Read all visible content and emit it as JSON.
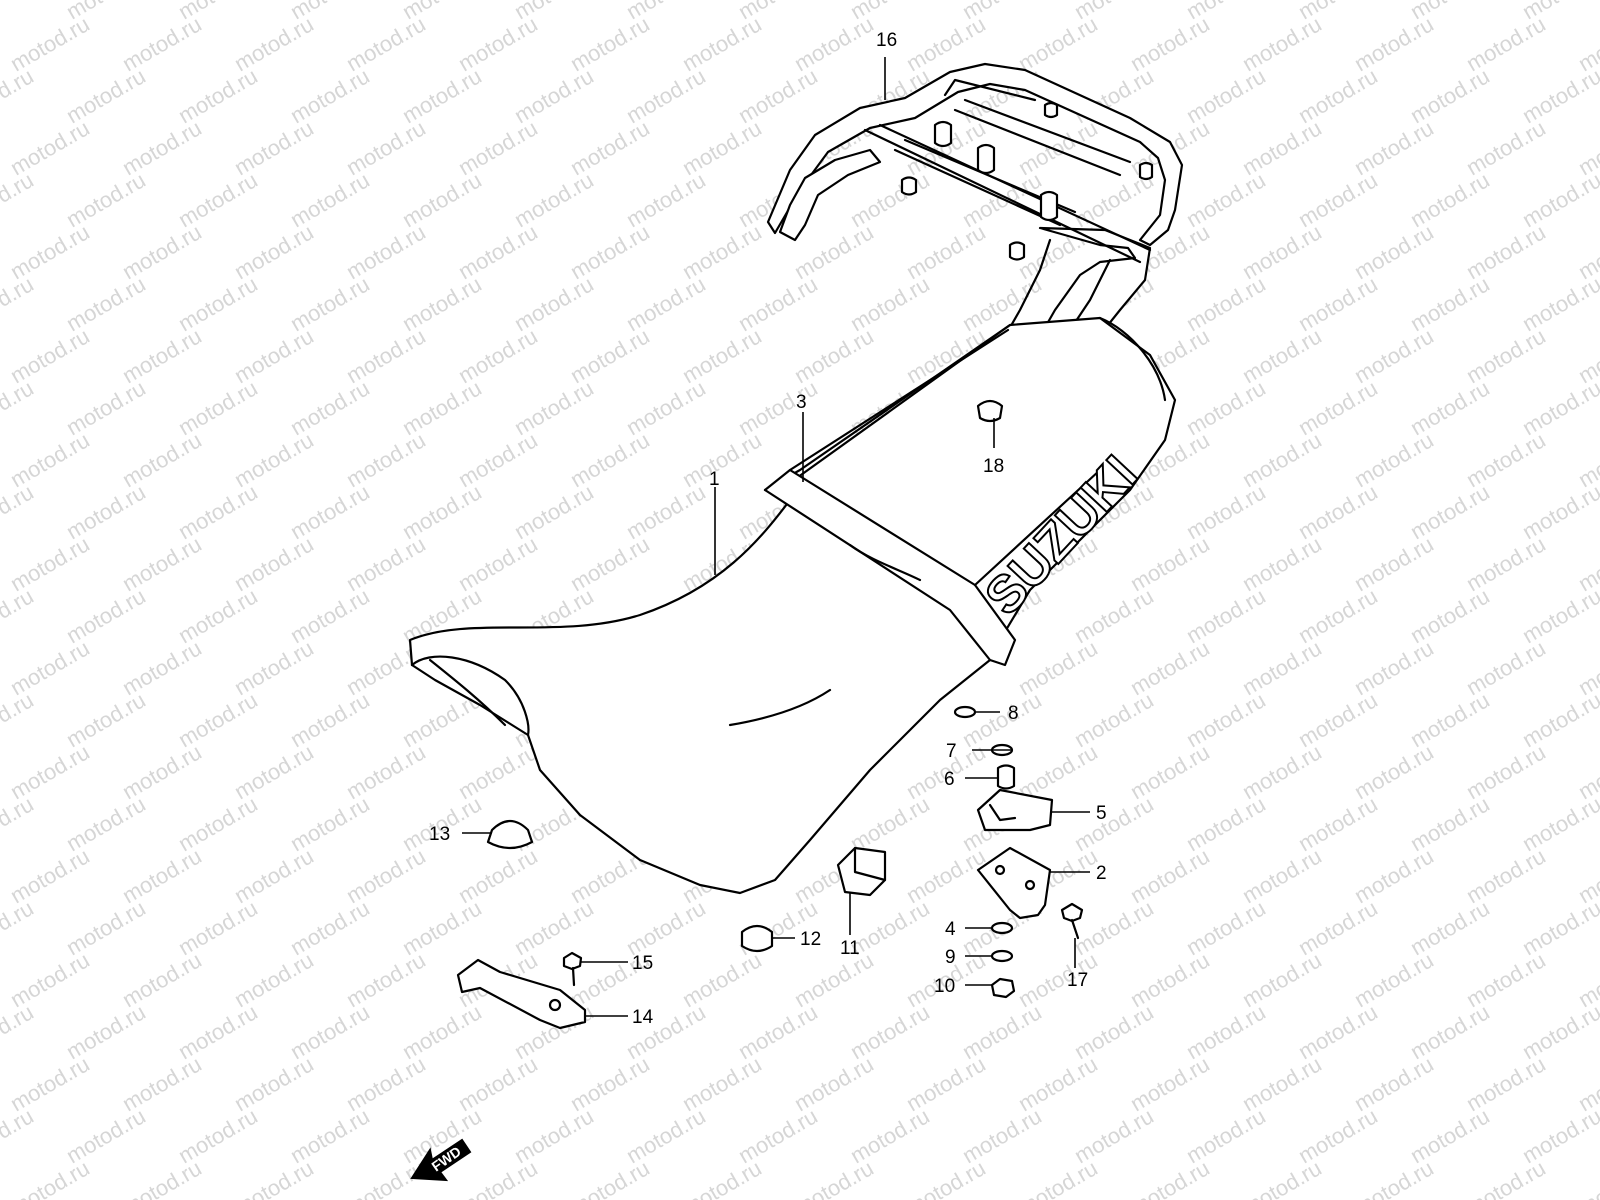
{
  "diagram": {
    "watermark_text": "motod.ru",
    "brand_logo": "SUZUKI",
    "direction_badge": "FWD",
    "callouts": [
      {
        "id": "1",
        "label": "1"
      },
      {
        "id": "2",
        "label": "2"
      },
      {
        "id": "3",
        "label": "3"
      },
      {
        "id": "4",
        "label": "4"
      },
      {
        "id": "5",
        "label": "5"
      },
      {
        "id": "6",
        "label": "6"
      },
      {
        "id": "7",
        "label": "7"
      },
      {
        "id": "8",
        "label": "8"
      },
      {
        "id": "9",
        "label": "9"
      },
      {
        "id": "10",
        "label": "10"
      },
      {
        "id": "11",
        "label": "11"
      },
      {
        "id": "12",
        "label": "12"
      },
      {
        "id": "13",
        "label": "13"
      },
      {
        "id": "14",
        "label": "14"
      },
      {
        "id": "15",
        "label": "15"
      },
      {
        "id": "16",
        "label": "16"
      },
      {
        "id": "17",
        "label": "17"
      },
      {
        "id": "18",
        "label": "18"
      }
    ]
  }
}
